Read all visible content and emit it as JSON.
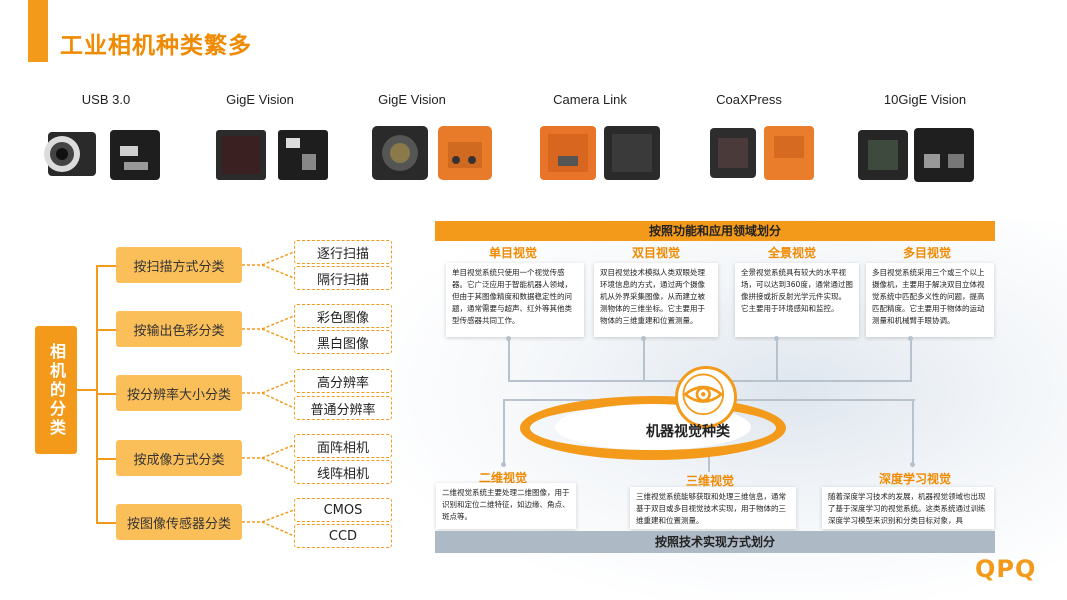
{
  "title": "工业相机种类繁多",
  "colors": {
    "accent": "#f39a1a",
    "accent_light": "#fbbf5a",
    "band_gray": "#aeb9c6"
  },
  "cameras": [
    {
      "label": "USB 3.0"
    },
    {
      "label": "GigE Vision"
    },
    {
      "label": "GigE Vision"
    },
    {
      "label": "Camera Link"
    },
    {
      "label": "CoaXPress"
    },
    {
      "label": "10GigE Vision"
    }
  ],
  "classification": {
    "root": "相机的分类",
    "categories": [
      {
        "label": "按扫描方式分类",
        "subs": [
          "逐行扫描",
          "隔行扫描"
        ]
      },
      {
        "label": "按输出色彩分类",
        "subs": [
          "彩色图像",
          "黑白图像"
        ]
      },
      {
        "label": "按分辨率大小分类",
        "subs": [
          "高分辨率",
          "普通分辨率"
        ]
      },
      {
        "label": "按成像方式分类",
        "subs": [
          "面阵相机",
          "线阵相机"
        ]
      },
      {
        "label": "按图像传感器分类",
        "subs": [
          "CMOS",
          "CCD"
        ]
      }
    ]
  },
  "vision": {
    "top_band": "按照功能和应用领域划分",
    "bottom_band": "按照技术实现方式划分",
    "center": "机器视觉种类",
    "top_types": [
      {
        "title": "单目视觉",
        "text": "单目视觉系统只使用一个视觉传感器。它广泛应用于智能机器人领域，但由于其图像精度和数据稳定性的问题，通常需要与超声、红外等其他类型传感器共同工作。"
      },
      {
        "title": "双目视觉",
        "text": "双目视觉技术模拟人类双眼处理环境信息的方式，通过两个摄像机从外界采集图像，从而建立被测物体的三维坐标。它主要用于物体的三维重建和位置测量。"
      },
      {
        "title": "全景视觉",
        "text": "全景视觉系统具有较大的水平视场，可以达到360度，通常通过图像拼接或折反射光学元件实现。它主要用于环境感知和监控。"
      },
      {
        "title": "多目视觉",
        "text": "多目视觉系统采用三个或三个以上摄像机，主要用于解决双目立体视觉系统中匹配多义性的问题，提高匹配精度。它主要用于物体的运动测量和机械臂手眼协调。"
      }
    ],
    "bottom_types": [
      {
        "title": "二维视觉",
        "text": "二维视觉系统主要处理二维图像，用于识别和定位二维特征，如边缘、角点、斑点等。"
      },
      {
        "title": "三维视觉",
        "text": "三维视觉系统能够获取和处理三维信息，通常基于双目或多目视觉技术实现，用于物体的三维重建和位置测量。"
      },
      {
        "title": "深度学习视觉",
        "text": "随着深度学习技术的发展，机器视觉领域也出现了基于深度学习的视觉系统。这类系统通过训练深度学习模型来识别和分类目标对象，具"
      }
    ]
  },
  "logo": "QPQ"
}
